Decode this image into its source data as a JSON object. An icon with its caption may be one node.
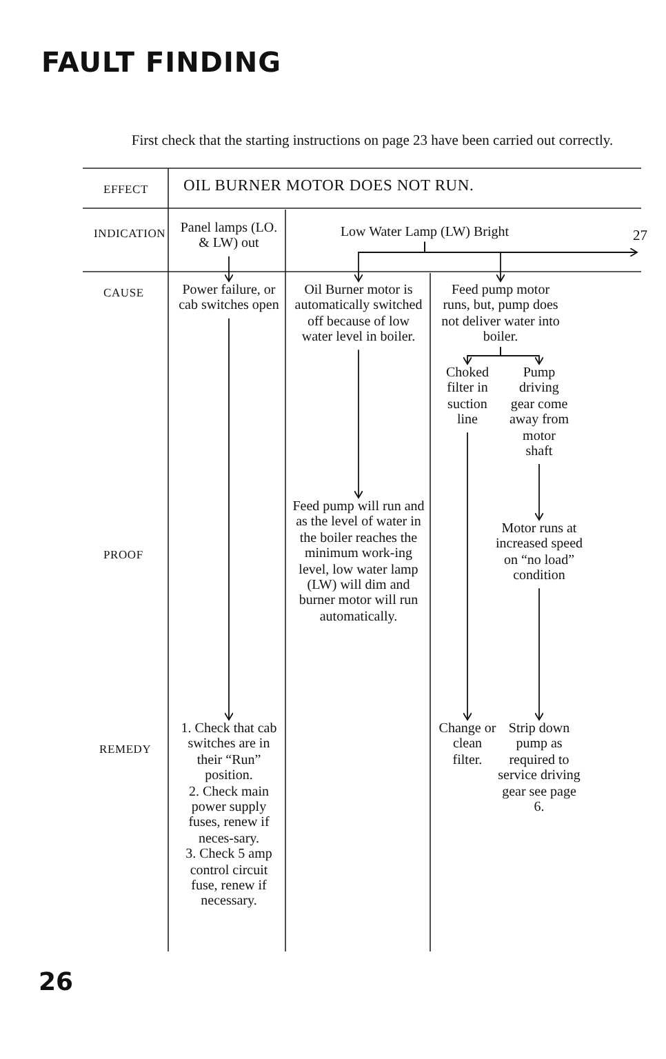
{
  "diagram": {
    "title": "FAULT FINDING",
    "nodes": [
      {
        "text": [
          "Panel lamps (LO. & LW) out"
        ]
      },
      {
        "text": [
          "Low Water Lamp (LW) Bright"
        ]
      },
      {
        "text": [
          "Power failure, or cab switches open"
        ]
      },
      {
        "text": [
          "Oil Burner motor is automatically switched off because of low water level in boiler."
        ]
      },
      {
        "text": [
          "Feed pump motor runs, but, pump does not deliver water into boiler."
        ]
      },
      {
        "text": [
          "Choked filter in suction line"
        ]
      },
      {
        "text": [
          "Pump driving gear come away from motor shaft"
        ]
      },
      {
        "text": [
          "Feed pump will run and as the level of water in the boiler reaches the minimum work-ing level, low water lamp (LW) will dim and burner motor will run automatically."
        ]
      },
      {
        "text": [
          "Motor runs at increased speed on “no load” condition"
        ]
      },
      {
        "text": [
          "1. Check that cab switches are in their “Run” position.",
          "2. Check main power supply fuses, renew if neces-sary.",
          "3. Check 5 amp control circuit fuse, renew if necessary."
        ]
      },
      {
        "text": [
          "Change or clean filter."
        ]
      },
      {
        "text": [
          "Strip down pump as required to service driving gear see page 6."
        ]
      }
    ],
    "edges": [
      {
        "from": 0,
        "to": 2,
        "arrow": "to"
      },
      {
        "from": 1,
        "to": 3,
        "arrow": "to"
      },
      {
        "from": 1,
        "to": 4,
        "arrow": "to"
      },
      {
        "from": 1,
        "to": null,
        "arrow": "to",
        "label": "27"
      },
      {
        "from": 2,
        "to": 9,
        "arrow": "to"
      },
      {
        "from": 3,
        "to": 7,
        "arrow": "to"
      },
      {
        "from": 4,
        "to": 5,
        "arrow": "to"
      },
      {
        "from": 4,
        "to": 6,
        "arrow": "to"
      },
      {
        "from": 5,
        "to": 10,
        "arrow": "to"
      },
      {
        "from": 6,
        "to": 8,
        "arrow": "to"
      },
      {
        "from": 8,
        "to": 11,
        "arrow": "to"
      }
    ],
    "labels": [
      "First check that the starting instructions on page 23 have been carried out correctly.",
      "EFFECT",
      "OIL BURNER MOTOR DOES NOT RUN.",
      "INDICATION",
      "CAUSE",
      "PROOF",
      "REMEDY",
      "26"
    ]
  }
}
